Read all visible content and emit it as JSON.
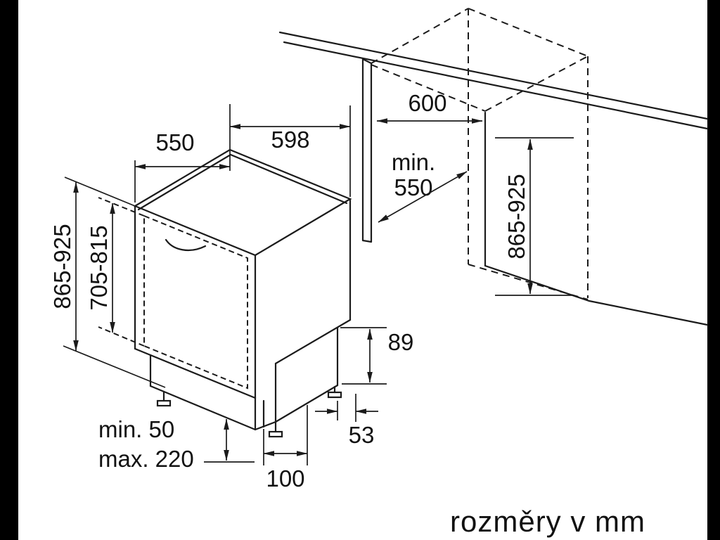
{
  "drawing": {
    "caption": "rozměry v mm",
    "dimensions": {
      "top_depth": "550",
      "top_width": "598",
      "niche_width": "600",
      "niche_depth_prefix": "min.",
      "niche_depth": "550",
      "overall_height": "865-925",
      "door_panel_height": "705-815",
      "niche_height": "865-925",
      "base_rear_height": "89",
      "rear_offset": "53",
      "foot_inset": "100",
      "plinth_min": "min. 50",
      "plinth_max": "max. 220"
    }
  }
}
